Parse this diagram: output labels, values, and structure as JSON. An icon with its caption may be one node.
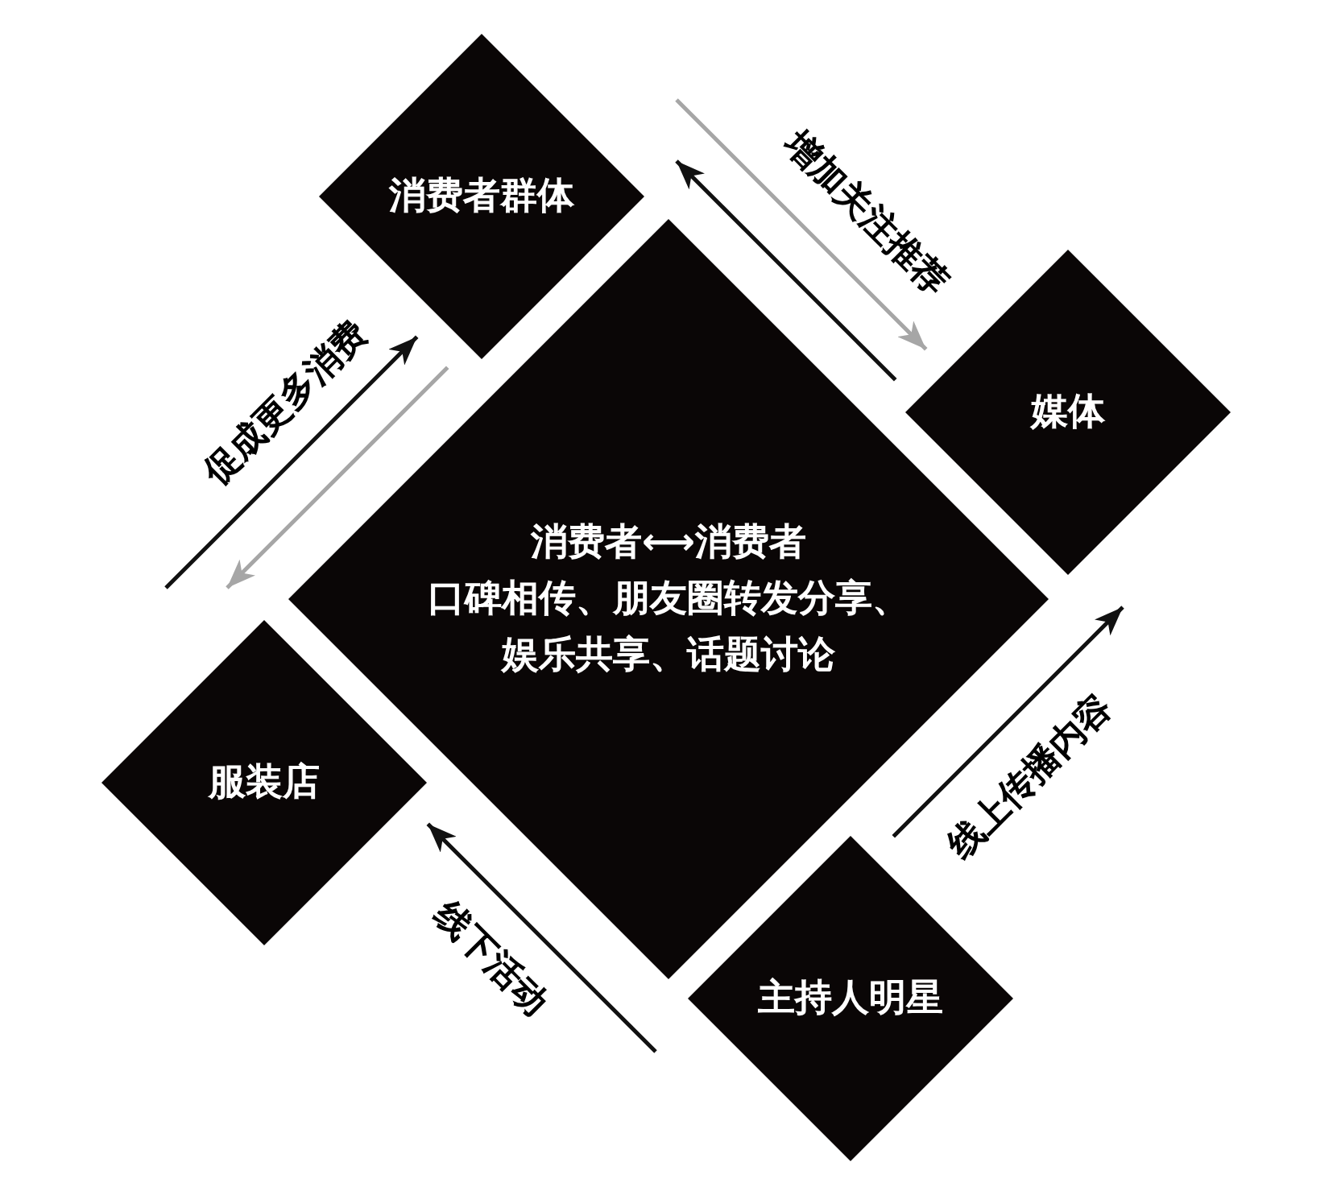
{
  "diagram": {
    "nodes": [
      {
        "text": [
          "消费者群体"
        ]
      },
      {
        "text": [
          "媒体"
        ]
      },
      {
        "text": [
          "消费者⟷消费者",
          "口碑相传、朋友圈转发分享、娱乐共享、话题讨论"
        ]
      },
      {
        "text": [
          "服装店"
        ]
      },
      {
        "text": [
          "主持人明星"
        ]
      }
    ],
    "edges": [
      {
        "from": 3,
        "to": 0,
        "arrow": "to",
        "label": "促成更多消费"
      },
      {
        "from": 0,
        "to": 3,
        "arrow": "to",
        "color": "#a6a6a6"
      },
      {
        "from": 0,
        "to": 1,
        "arrow": "to",
        "color": "#a6a6a6",
        "label": "增加关注推荐"
      },
      {
        "from": 1,
        "to": 0,
        "arrow": "to"
      },
      {
        "from": 4,
        "to": 1,
        "arrow": "to",
        "label": "线上传播内容"
      },
      {
        "from": 4,
        "to": 3,
        "arrow": "to",
        "label": "线下活动"
      }
    ]
  }
}
